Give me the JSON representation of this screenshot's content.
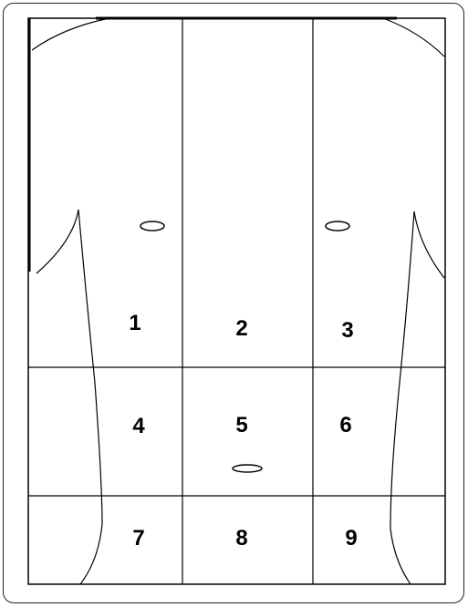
{
  "regions": {
    "r1": "1",
    "r2": "2",
    "r3": "3",
    "r4": "4",
    "r5": "5",
    "r6": "6",
    "r7": "7",
    "r8": "8",
    "r9": "9"
  },
  "colors": {
    "line": "#000000",
    "background": "#ffffff"
  }
}
